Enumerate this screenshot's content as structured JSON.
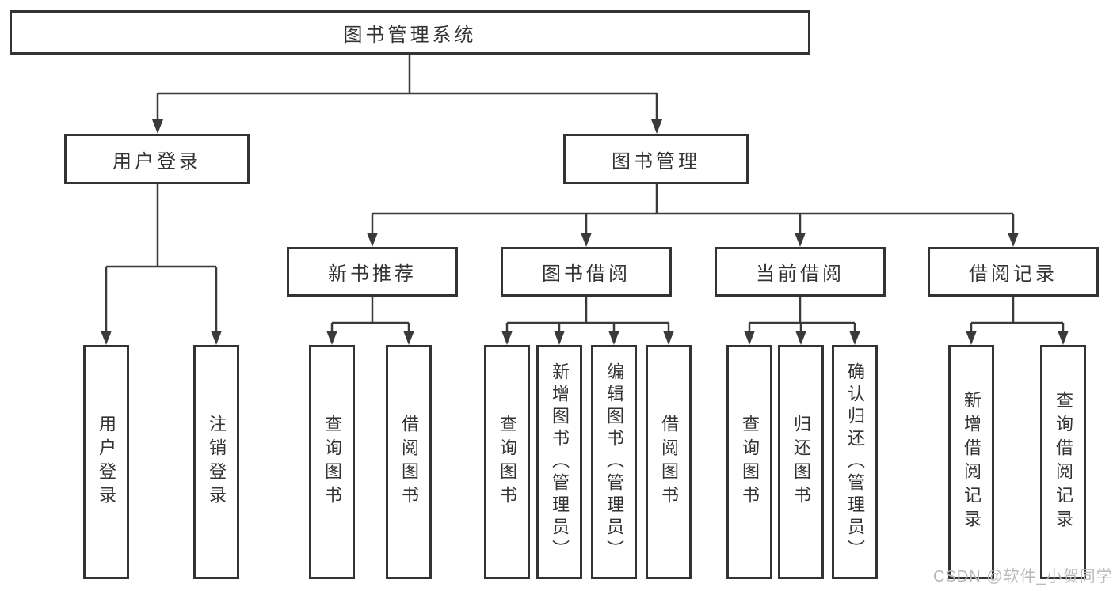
{
  "diagram": {
    "root": "图书管理系统",
    "left_branch": {
      "label": "用户登录",
      "children": [
        "用户登录",
        "注销登录"
      ]
    },
    "right_branch": {
      "label": "图书管理",
      "groups": [
        {
          "label": "新书推荐",
          "children": [
            "查询图书",
            "借阅图书"
          ]
        },
        {
          "label": "图书借阅",
          "children": [
            "查询图书",
            "新增图书（管理员）",
            "编辑图书（管理员）",
            "借阅图书"
          ]
        },
        {
          "label": "当前借阅",
          "children": [
            "查询图书",
            "归还图书",
            "确认归还（管理员）"
          ]
        },
        {
          "label": "借阅记录",
          "children": [
            "新增借阅记录",
            "查询借阅记录"
          ]
        }
      ]
    }
  },
  "watermark": "CSDN @软件_小贺同学",
  "colors": {
    "line": "#3a3a3a",
    "border": "#333333",
    "text": "#333333",
    "box_background": "#ffffff",
    "watermark": "#b9b9b9",
    "background": "#ffffff"
  }
}
